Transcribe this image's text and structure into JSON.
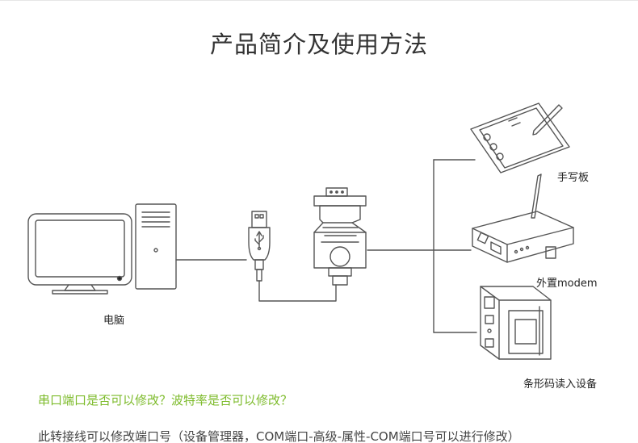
{
  "title": "产品简介及使用方法",
  "devices": {
    "computer_label": "电脑",
    "tablet_label": "手写板",
    "modem_label": "外置modem",
    "printer_label": "条形码读入设备"
  },
  "faq": {
    "question": "串口端口是否可以修改？波特率是否可以修改？",
    "answer": "此转接线可以修改端口号（设备管理器，COM端口-高级-属性-COM端口号可以进行修改）"
  },
  "colors": {
    "accent_green": "#7dbb2b",
    "line_gray": "#666666"
  }
}
